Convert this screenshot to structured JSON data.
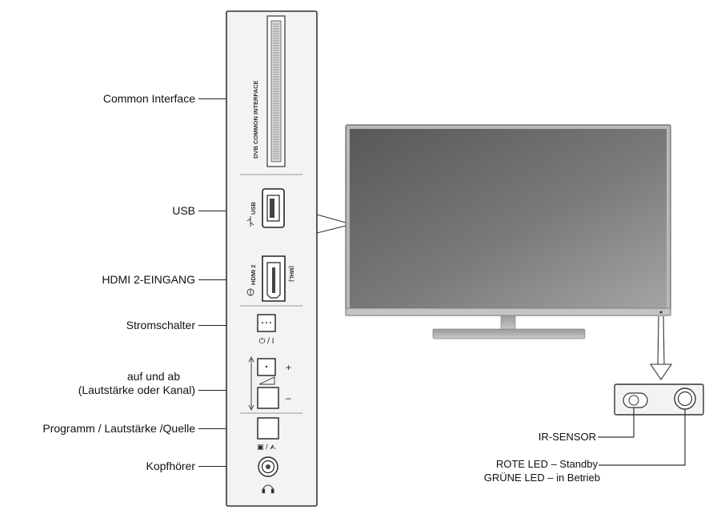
{
  "side_panel": {
    "ci_slot_text": "DVB COMMON INTERFACE",
    "usb_port_text": "USB",
    "hdmi_port_text": "HDMI 2",
    "hdmi_arc_text": "(MHL)",
    "power_symbol": "⏻ / I",
    "volume_plus": "+",
    "volume_minus": "–",
    "source_symbol": "▣ / ⮙"
  },
  "labels": {
    "common_interface": "Common Interface",
    "usb": "USB",
    "hdmi2": "HDMI 2-EINGANG",
    "power_switch": "Stromschalter",
    "up_down_line1": "auf und ab",
    "up_down_line2": "(Lautstärke oder Kanal)",
    "program_volume_source": "Programm / Lautstärke /Quelle",
    "headphones": "Kopfhörer",
    "ir_sensor": "IR-SENSOR",
    "red_led": "ROTE LED – Standby",
    "green_led": "GRÜNE LED – in Betrieb"
  },
  "colors": {
    "panel_fill": "#f2f2f2",
    "outline": "#333333",
    "screen_dark": "#5e5e5e",
    "screen_light": "#9a9a9a",
    "tv_frame": "#b9b9b9"
  }
}
